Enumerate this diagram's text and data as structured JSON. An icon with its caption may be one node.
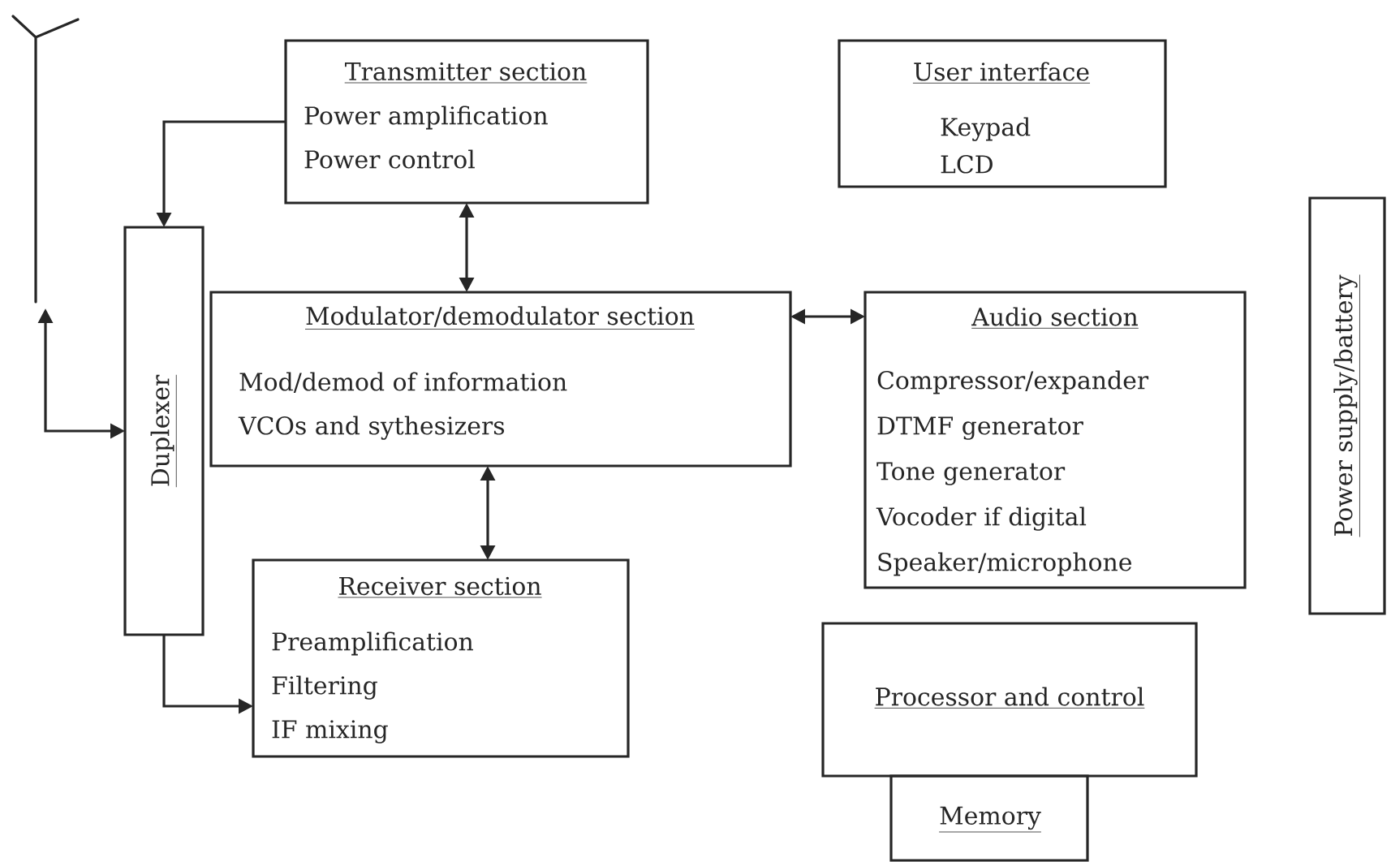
{
  "diagram": {
    "nodes": [
      {
        "text": [],
        "shape": "antenna"
      },
      {
        "text": [
          "Duplexer"
        ]
      },
      {
        "text": [
          "Transmitter section",
          "Power amplification",
          "Power control"
        ]
      },
      {
        "text": [
          "Modulator/demodulator section",
          "Mod/demod of information",
          "VCOs and sythesizers"
        ]
      },
      {
        "text": [
          "Receiver section",
          "Preamplification",
          "Filtering",
          "IF mixing"
        ]
      },
      {
        "text": [
          "User interface",
          "Keypad",
          "LCD"
        ]
      },
      {
        "text": [
          "Audio section",
          "Compressor/expander",
          "DTMF generator",
          "Tone generator",
          "Vocoder if digital",
          "Speaker/microphone"
        ]
      },
      {
        "text": [
          "Power supply/battery"
        ]
      },
      {
        "text": [
          "Processor and control"
        ]
      },
      {
        "text": [
          "Memory"
        ]
      }
    ],
    "edges": [
      {
        "from": 2,
        "to": 1,
        "arrow": "to"
      },
      {
        "from": 1,
        "to": 0,
        "arrow": "both"
      },
      {
        "from": 1,
        "to": 4,
        "arrow": "to"
      },
      {
        "from": 2,
        "to": 3,
        "arrow": "both"
      },
      {
        "from": 3,
        "to": 4,
        "arrow": "both"
      },
      {
        "from": 3,
        "to": 6,
        "arrow": "both"
      }
    ]
  }
}
